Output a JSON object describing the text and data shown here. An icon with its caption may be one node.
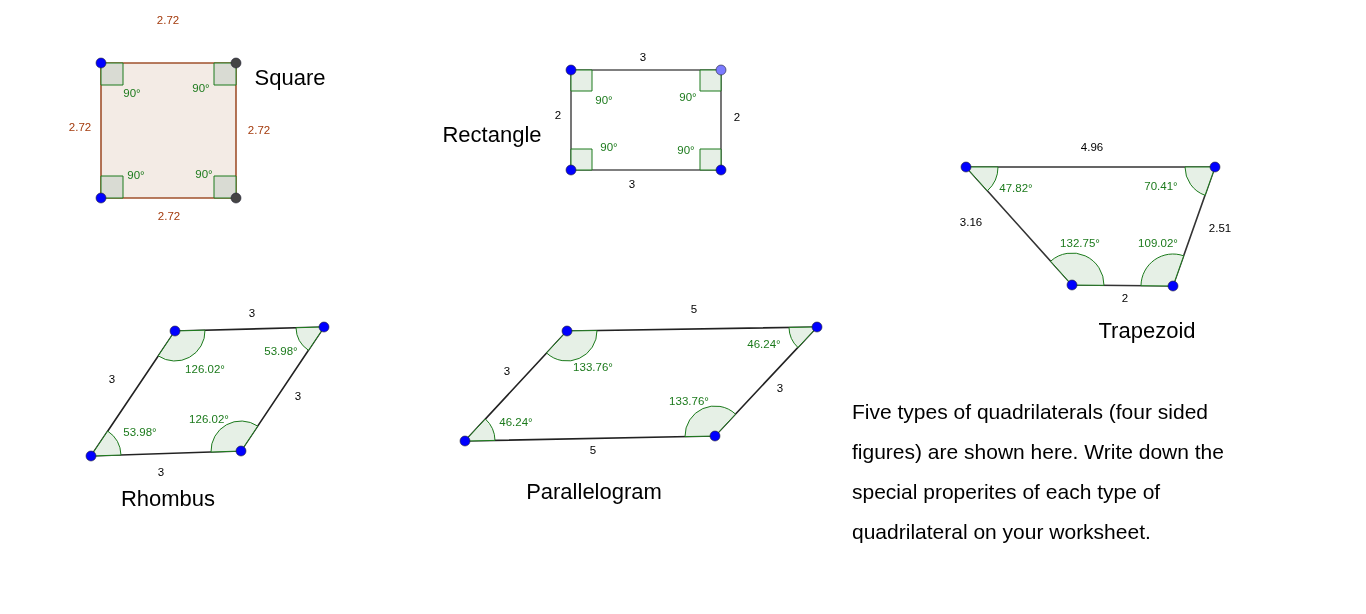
{
  "diagram": {
    "labels": [
      "2.72",
      "Square",
      "90°",
      "90°",
      "2.72",
      "2.72",
      "90°",
      "90°",
      "2.72",
      "3",
      "90°",
      "90°",
      "2",
      "2",
      "Rectangle",
      "90°",
      "90°",
      "3",
      "4.96",
      "47.82°",
      "70.41°",
      "3.16",
      "2.51",
      "132.75°",
      "109.02°",
      "2",
      "Trapezoid",
      "3",
      "53.98°",
      "3",
      "126.02°",
      "3",
      "126.02°",
      "53.98°",
      "3",
      "Rhombus",
      "5",
      "46.24°",
      "133.76°",
      "3",
      "3",
      "133.76°",
      "46.24°",
      "5",
      "Parallelogram",
      "Five types of quadrilaterals (four sided figures) are shown here. Write down the special properites of each type of quadrilateral on your worksheet."
    ]
  }
}
